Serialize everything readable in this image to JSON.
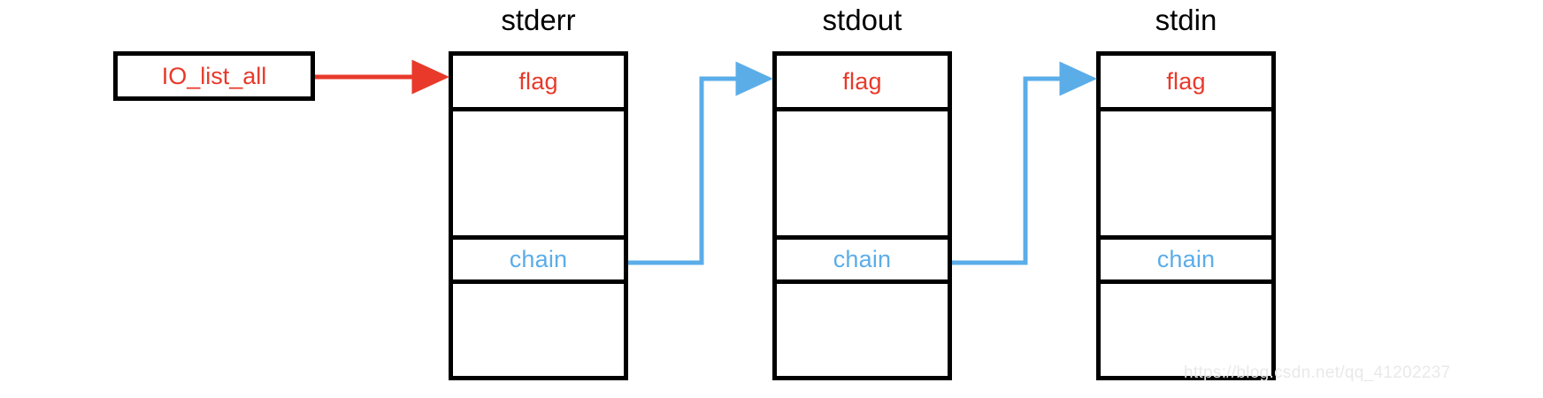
{
  "diagram": {
    "title_color": "#000000",
    "flag_color": "#e8392a",
    "chain_color": "#5bade8",
    "border_color": "#000000",
    "background": "#ffffff",
    "root": {
      "label": "IO_list_all",
      "arrow_color": "#e8392a",
      "arrow_target": "stderr"
    },
    "nodes": [
      {
        "caption": "stderr",
        "rows": [
          {
            "label": "flag",
            "kind": "flag"
          },
          {
            "label": "",
            "kind": "empty"
          },
          {
            "label": "chain",
            "kind": "chain"
          },
          {
            "label": "",
            "kind": "empty"
          }
        ]
      },
      {
        "caption": "stdout",
        "rows": [
          {
            "label": "flag",
            "kind": "flag"
          },
          {
            "label": "",
            "kind": "empty"
          },
          {
            "label": "chain",
            "kind": "chain"
          },
          {
            "label": "",
            "kind": "empty"
          }
        ]
      },
      {
        "caption": "stdin",
        "rows": [
          {
            "label": "flag",
            "kind": "flag"
          },
          {
            "label": "",
            "kind": "empty"
          },
          {
            "label": "chain",
            "kind": "chain"
          },
          {
            "label": "",
            "kind": "empty"
          }
        ]
      }
    ],
    "links": [
      {
        "from": "stderr.chain",
        "to": "stdout.flag",
        "color": "#5bade8"
      },
      {
        "from": "stdout.chain",
        "to": "stdin.flag",
        "color": "#5bade8"
      }
    ]
  },
  "watermark": {
    "text": "https://blog.csdn.net/qq_41202237"
  }
}
